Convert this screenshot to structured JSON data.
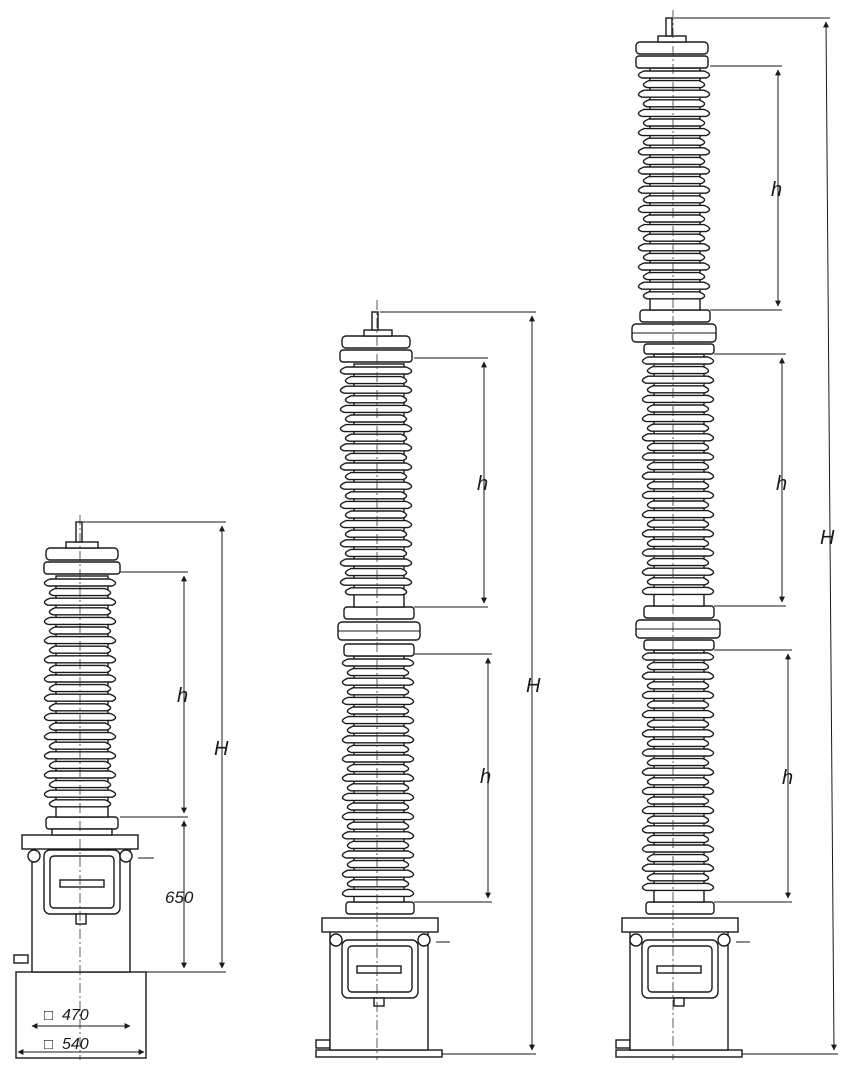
{
  "units": [
    {
      "id": "small",
      "labels": {
        "shed_height": "h",
        "total_height": "H",
        "base_height": "650",
        "base_inner": "470",
        "base_outer": "540",
        "square_symbol": "□"
      }
    },
    {
      "id": "medium",
      "labels": {
        "shed_height_upper": "h",
        "shed_height_lower": "h",
        "total_height": "H"
      }
    },
    {
      "id": "large",
      "labels": {
        "shed_height_upper": "h",
        "shed_height_middle": "h",
        "shed_height_lower": "h",
        "total_height": "H"
      }
    }
  ]
}
